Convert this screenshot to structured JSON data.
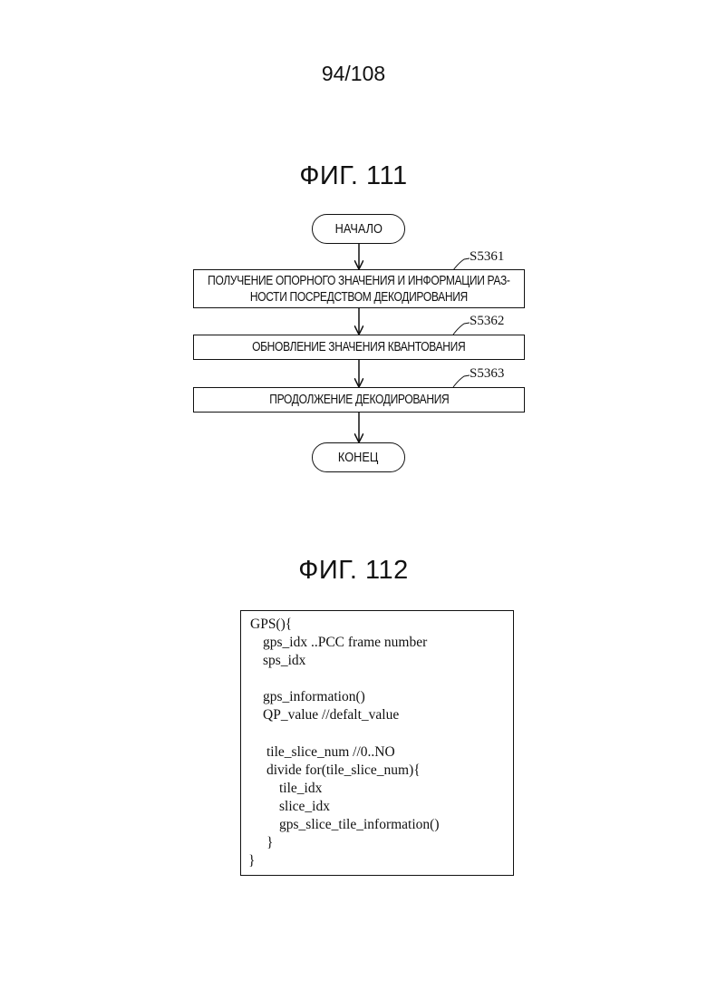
{
  "page_number": "94/108",
  "figure_111": {
    "title": "ФИГ. 111",
    "start": "НАЧАЛО",
    "steps": [
      {
        "label": "S5361",
        "line1": "ПОЛУЧЕНИЕ ОПОРНОГО ЗНАЧЕНИЯ И ИНФОРМАЦИИ РАЗ-",
        "line2": "НОСТИ ПОСРЕДСТВОМ ДЕКОДИРОВАНИЯ"
      },
      {
        "label": "S5362",
        "text": "ОБНОВЛЕНИЕ ЗНАЧЕНИЯ КВАНТОВАНИЯ"
      },
      {
        "label": "S5363",
        "text": "ПРОДОЛЖЕНИЕ ДЕКОДИРОВАНИЯ"
      }
    ],
    "end": "КОНЕЦ"
  },
  "figure_112": {
    "title": "ФИГ. 112",
    "code_lines": [
      "GPS(){",
      "gps_idx ..PCC frame number",
      "sps_idx",
      "gps_information()",
      "QP_value //defalt_value",
      "tile_slice_num //0..NO",
      "divide for(tile_slice_num){",
      "tile_idx",
      "slice_idx",
      "gps_slice_tile_information()",
      "}",
      "}"
    ]
  }
}
